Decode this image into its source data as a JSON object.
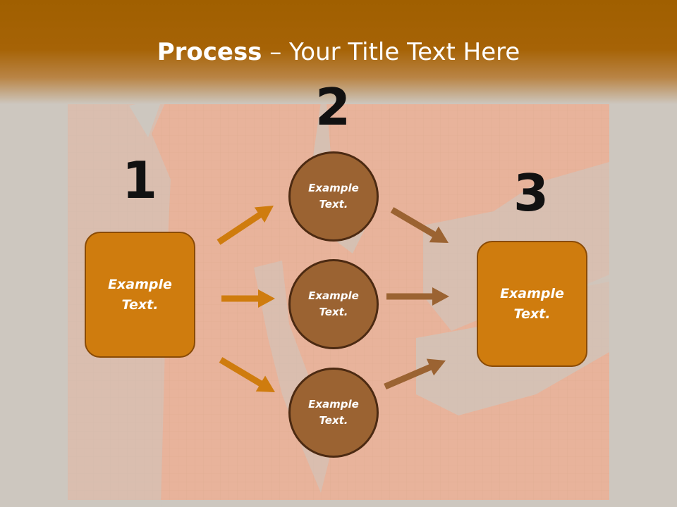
{
  "title": {
    "bold": "Process",
    "rest": " – Your Title Text Here"
  },
  "steps": [
    {
      "number": "1",
      "label": "Example\nText."
    },
    {
      "number": "2",
      "items": [
        "Example\nText.",
        "Example\nText.",
        "Example\nText."
      ]
    },
    {
      "number": "3",
      "label": "Example\nText."
    }
  ],
  "colors": {
    "header": "#a05f00",
    "box_fill": "#cf7c0e",
    "circle_fill": "#9b6332",
    "arrow_left": "#cf7c0e",
    "arrow_right": "#9b6332"
  }
}
